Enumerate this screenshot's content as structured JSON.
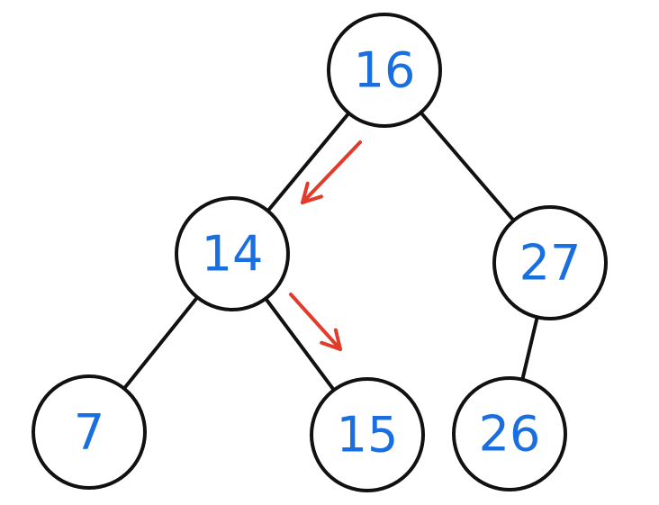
{
  "diagram": {
    "type": "binary-tree",
    "node_color": "#1a6fe0",
    "edge_color": "#111111",
    "arrow_color": "#e23b2a",
    "nodes": [
      {
        "id": "n16",
        "label": "16"
      },
      {
        "id": "n14",
        "label": "14"
      },
      {
        "id": "n27",
        "label": "27"
      },
      {
        "id": "n7",
        "label": "7"
      },
      {
        "id": "n15",
        "label": "15"
      },
      {
        "id": "n26",
        "label": "26"
      }
    ],
    "edges": [
      {
        "from": "n16",
        "to": "n14"
      },
      {
        "from": "n16",
        "to": "n27"
      },
      {
        "from": "n14",
        "to": "n7"
      },
      {
        "from": "n14",
        "to": "n15"
      },
      {
        "from": "n27",
        "to": "n26"
      }
    ],
    "arrows": [
      {
        "from": "n16",
        "to": "n14"
      },
      {
        "from": "n14",
        "to": "n15"
      }
    ]
  }
}
